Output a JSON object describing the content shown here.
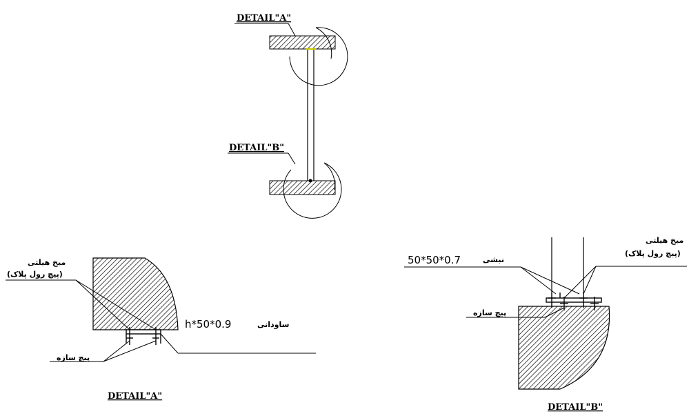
{
  "section_view": {
    "detail_a_tag": "DETAIL\"A\"",
    "detail_b_tag": "DETAIL\"B\""
  },
  "detail_a": {
    "title": "DETAIL\"A\"",
    "nail_note_line1": "میخ هیلتی",
    "nail_note_line2": "(پیچ رول پلاک)",
    "profile_dimension": "h*50*0.9",
    "profile_name": "ساودانی",
    "screw_note": "پیچ سازه"
  },
  "detail_b": {
    "title": "DETAIL\"B\"",
    "nail_note_line1": "میخ هیلتی",
    "nail_note_line2": "(پیچ رول پلاک)",
    "profile_dimension": "50*50*0.7",
    "profile_name": "نبشی",
    "screw_note": "پیچ سازه"
  }
}
